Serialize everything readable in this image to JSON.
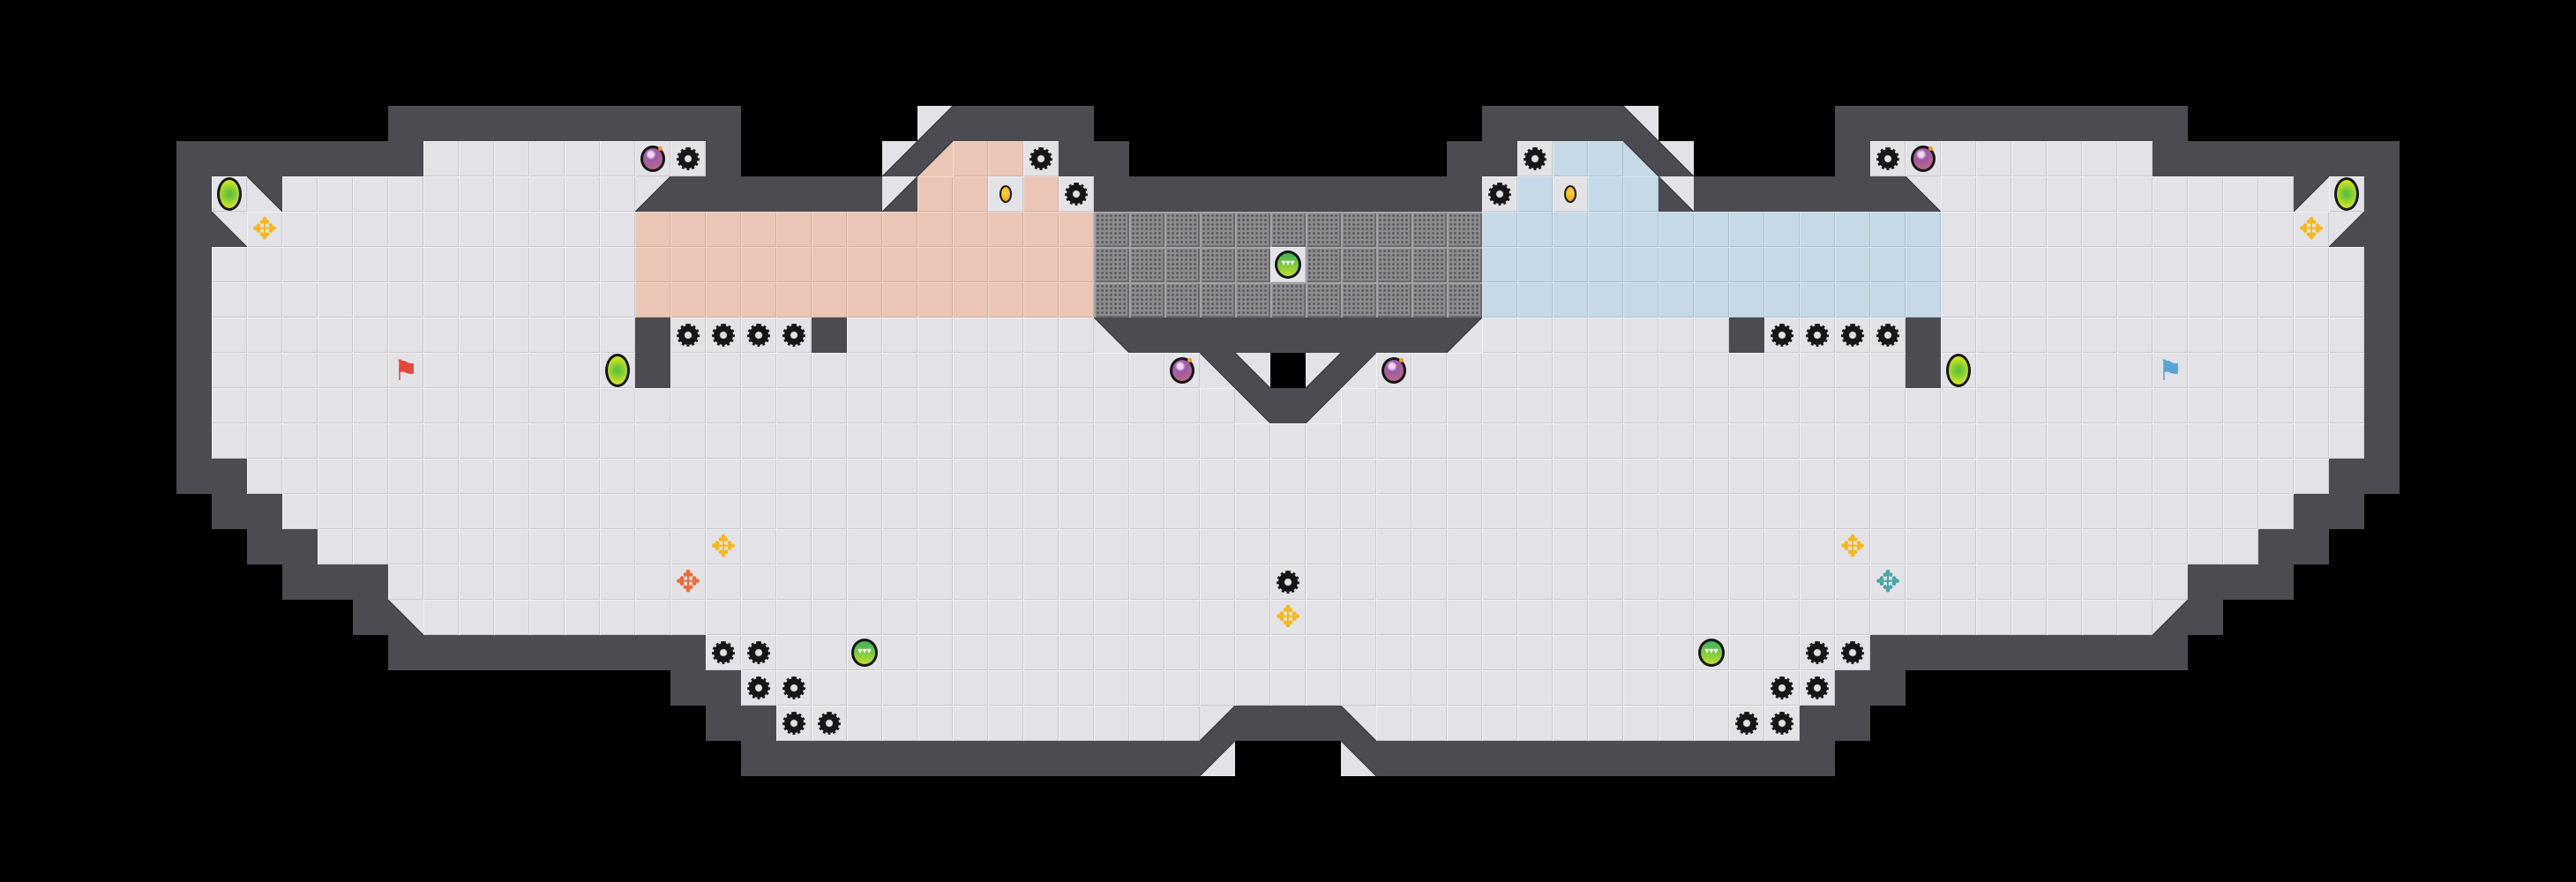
{
  "map": {
    "title": "Capture-the-flag arena",
    "cols": 73,
    "rows": 25,
    "symmetry": "horizontal mirror around column 36; right half swaps red->blue, red flag->blue flag, orange powerup->teal powerup",
    "legend": {
      " ": "void",
      "#": "wall",
      ".": "floor",
      "r": "red-team-tile",
      "b": "blue-team-tile",
      "g": "gate",
      "S": "spike",
      "B": "bomb",
      "Y": "boost",
      "J": "speed-boost",
      "c": "button",
      "P": "powerup-yellow",
      "O": "powerup-orange",
      "T": "powerup-teal",
      "F": "red-flag",
      "G": "blue-flag",
      "1": "diagonal-wall-bottom-right",
      "2": "diagonal-wall-bottom-left",
      "3": "diagonal-wall-top-left",
      "4": "diagonal-wall-top-right",
      "q": "diagonal-wall-top-left-red",
      "p": "diagonal-wall-top-right-blue"
    },
    "rows_left": [
      "                                     ",
      "                                     ",
      "                                     ",
      "           ##########     1####      ",
      "     #######......BS#    1qrrS##     ",
      "     #Y4..........1######1rrcrS######",
      "     #2P..........rrrrrrrrrrrrrgggggg",
      "     #............rrrrrrrrrrrrrgggggJ",
      "     #............rrrrrrrrrrrrrgggggg",
      "     #............#SSSS#.......4#####",
      "     #.....F.....Y#..............B42 ",
      "     #.............................4#",
      "     #...............................",
      "     ##..............................",
      "      ##.............................",
      "       ##...........P................",
      "        ###........O................S",
      "          #2........................P",
      "           #########SS..J............",
      "                   ##SS..............",
      "                    ##SS..........1##",
      "                     #############3  ",
      "                                     ",
      "                                     ",
      "                                     "
    ]
  },
  "colors": {
    "floor": "#e3e3e7",
    "wall": "#4b4b51",
    "red_tile": "#ebc6b6",
    "blue_tile": "#c6d9e6",
    "gate": "#8c8c8f",
    "red_flag": "#e8443a",
    "blue_flag": "#5aa3d6",
    "powerup_yellow": "#f5b81e",
    "powerup_orange": "#ef6a3a",
    "powerup_teal": "#4aa6a6"
  },
  "icons": {
    "spike": "spike-icon",
    "bomb": "bomb-icon",
    "boost": "boost-icon",
    "speed": "speed-boost-icon",
    "button": "button-icon",
    "powerup": "powerup-icon",
    "flag": "flag-icon",
    "speed_glyph": "▾▾▾",
    "powerup_glyph": "✥",
    "flag_glyph": "⚑"
  }
}
